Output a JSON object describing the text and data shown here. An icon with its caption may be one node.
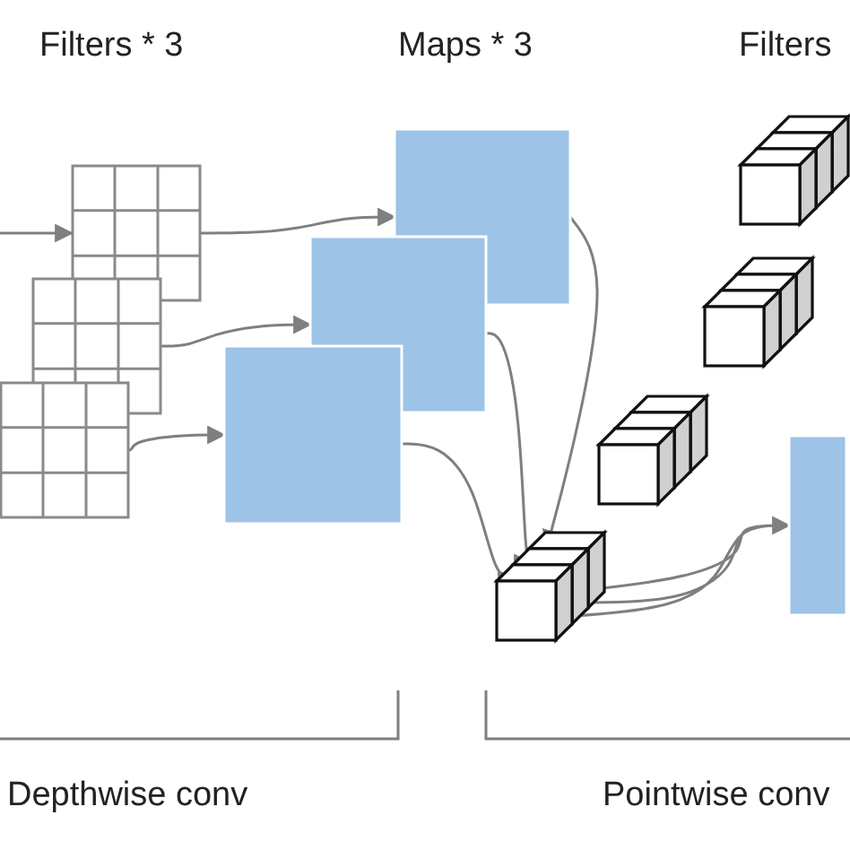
{
  "diagram": {
    "nodes": [
      {
        "text": [],
        "shape": "grid"
      },
      {
        "text": [],
        "shape": "grid"
      },
      {
        "text": [],
        "shape": "grid"
      },
      {
        "text": [],
        "shape": "box"
      },
      {
        "text": [],
        "shape": "box"
      },
      {
        "text": [],
        "shape": "box"
      },
      {
        "text": [],
        "shape": "cube"
      },
      {
        "text": [],
        "shape": "cube"
      },
      {
        "text": [],
        "shape": "cube"
      },
      {
        "text": [],
        "shape": "cube"
      },
      {
        "text": [],
        "shape": "box"
      }
    ],
    "edges": [
      {
        "from": null,
        "to": 0,
        "arrow": "to"
      },
      {
        "from": 0,
        "to": 3,
        "arrow": "to"
      },
      {
        "from": 1,
        "to": 4,
        "arrow": "to"
      },
      {
        "from": 2,
        "to": 5,
        "arrow": "to"
      },
      {
        "from": 3,
        "to": 9,
        "arrow": "to"
      },
      {
        "from": 4,
        "to": 9,
        "arrow": "to"
      },
      {
        "from": 5,
        "to": 9,
        "arrow": "to"
      },
      {
        "from": 9,
        "to": 10,
        "arrow": "to"
      }
    ],
    "labels": [
      "Filters * 3",
      "Maps * 3",
      "Filters",
      "Depthwise conv",
      "Pointwise conv"
    ]
  }
}
